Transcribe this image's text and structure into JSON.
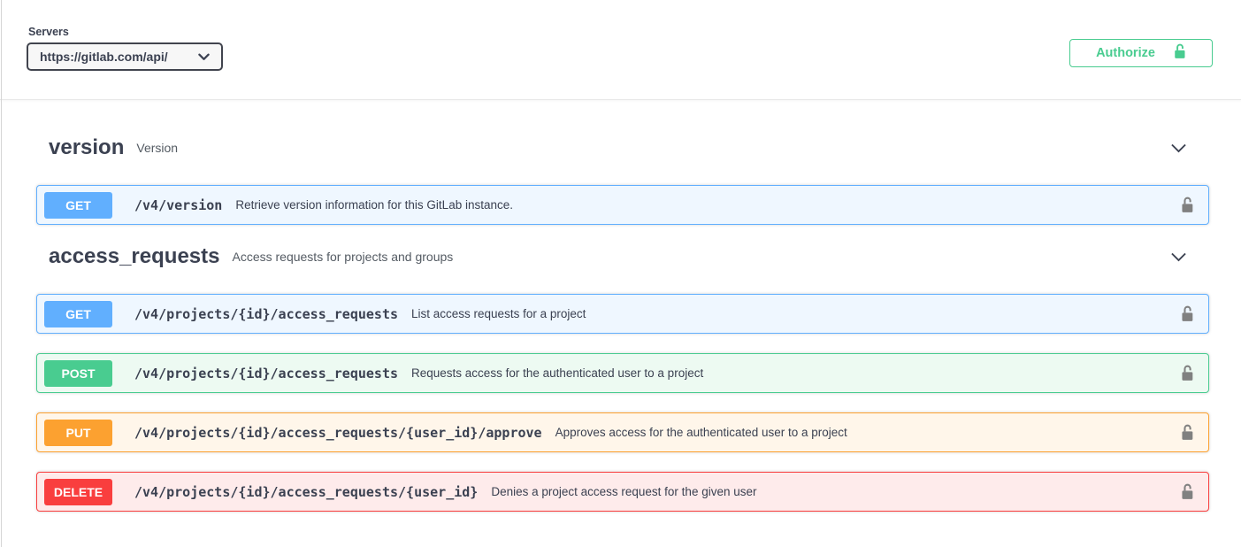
{
  "topbar": {
    "servers_label": "Servers",
    "server_url": "https://gitlab.com/api/",
    "authorize_label": "Authorize"
  },
  "colors": {
    "get": "#61affe",
    "post": "#49cc90",
    "put": "#fca130",
    "delete": "#f93e3e",
    "authorize_accent": "#49cc90",
    "text": "#3b4151",
    "lock_gray": "#808080"
  },
  "icons": {
    "select_chevron": "chevron-down-icon",
    "authorize_lock": "unlock-icon",
    "section_chevron": "chevron-down-icon",
    "row_lock": "unlock-icon"
  },
  "sections": [
    {
      "name": "version",
      "description": "Version",
      "operations": [
        {
          "method": "GET",
          "path": "/v4/version",
          "summary": "Retrieve version information for this GitLab instance."
        }
      ]
    },
    {
      "name": "access_requests",
      "description": "Access requests for projects and groups",
      "operations": [
        {
          "method": "GET",
          "path": "/v4/projects/{id}/access_requests",
          "summary": "List access requests for a project"
        },
        {
          "method": "POST",
          "path": "/v4/projects/{id}/access_requests",
          "summary": "Requests access for the authenticated user to a project"
        },
        {
          "method": "PUT",
          "path": "/v4/projects/{id}/access_requests/{user_id}/approve",
          "summary": "Approves access for the authenticated user to a project"
        },
        {
          "method": "DELETE",
          "path": "/v4/projects/{id}/access_requests/{user_id}",
          "summary": "Denies a project access request for the given user"
        }
      ]
    }
  ]
}
